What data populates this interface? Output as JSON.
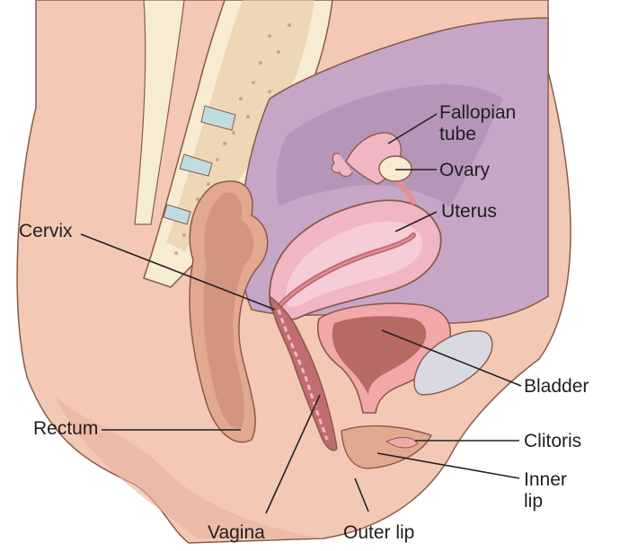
{
  "labels": {
    "fallopian_tube": {
      "line1": "Fallopian",
      "line2": "tube"
    },
    "ovary": "Ovary",
    "uterus": "Uterus",
    "cervix": "Cervix",
    "bladder": "Bladder",
    "rectum": "Rectum",
    "clitoris": "Clitoris",
    "inner_lip": {
      "line1": "Inner",
      "line2": "lip"
    },
    "vagina": "Vagina",
    "outer_lip": "Outer lip"
  },
  "colors": {
    "skin": "#f3c9b6",
    "skin_dark": "#e2a98f",
    "outline": "#8a5a48",
    "peritoneum": "#c6a6c6",
    "peritoneum_dark": "#a889ad",
    "bone": "#f6ecd2",
    "disc": "#bfdde0",
    "uterus": "#f1b6c3",
    "mucosa": "#c06c72",
    "bladder_wall": "#f2a8a8",
    "bladder_inner": "#b76a64",
    "pubic_bone": "#d9d9e3",
    "leader": "#222222"
  }
}
